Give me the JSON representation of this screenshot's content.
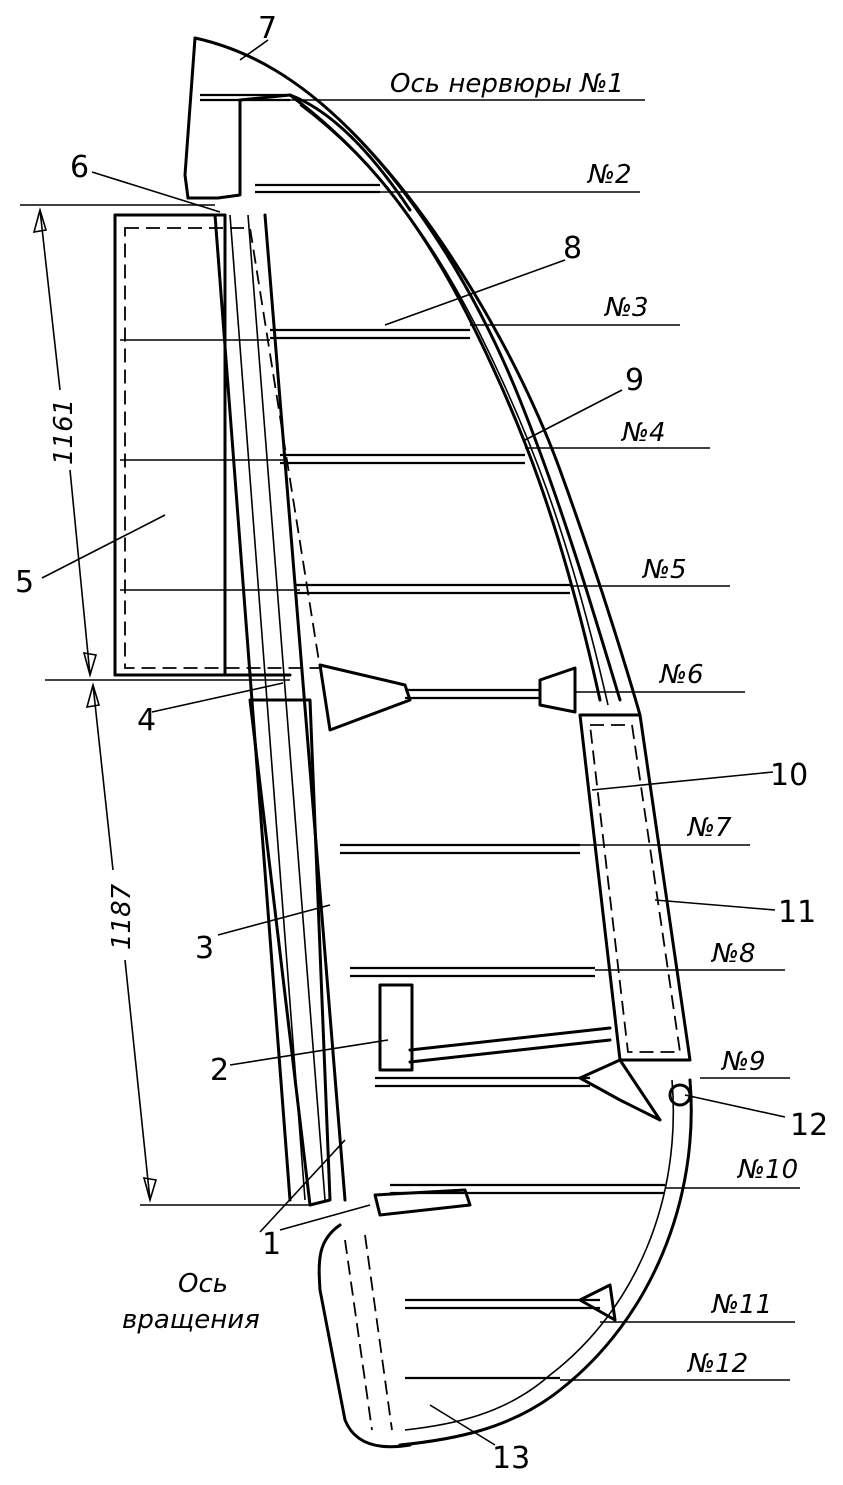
{
  "rib_axis_caption": "Ось нервюры №1",
  "ribs": [
    "№2",
    "№3",
    "№4",
    "№5",
    "№6",
    "№7",
    "№8",
    "№9",
    "№10",
    "№11",
    "№12"
  ],
  "callouts": [
    "1",
    "2",
    "3",
    "4",
    "5",
    "6",
    "7",
    "8",
    "9",
    "10",
    "11",
    "12",
    "13"
  ],
  "dimensions": {
    "upper": "1161",
    "lower": "1187"
  },
  "rotation_axis": {
    "line1": "Ось",
    "line2": "вращения"
  }
}
